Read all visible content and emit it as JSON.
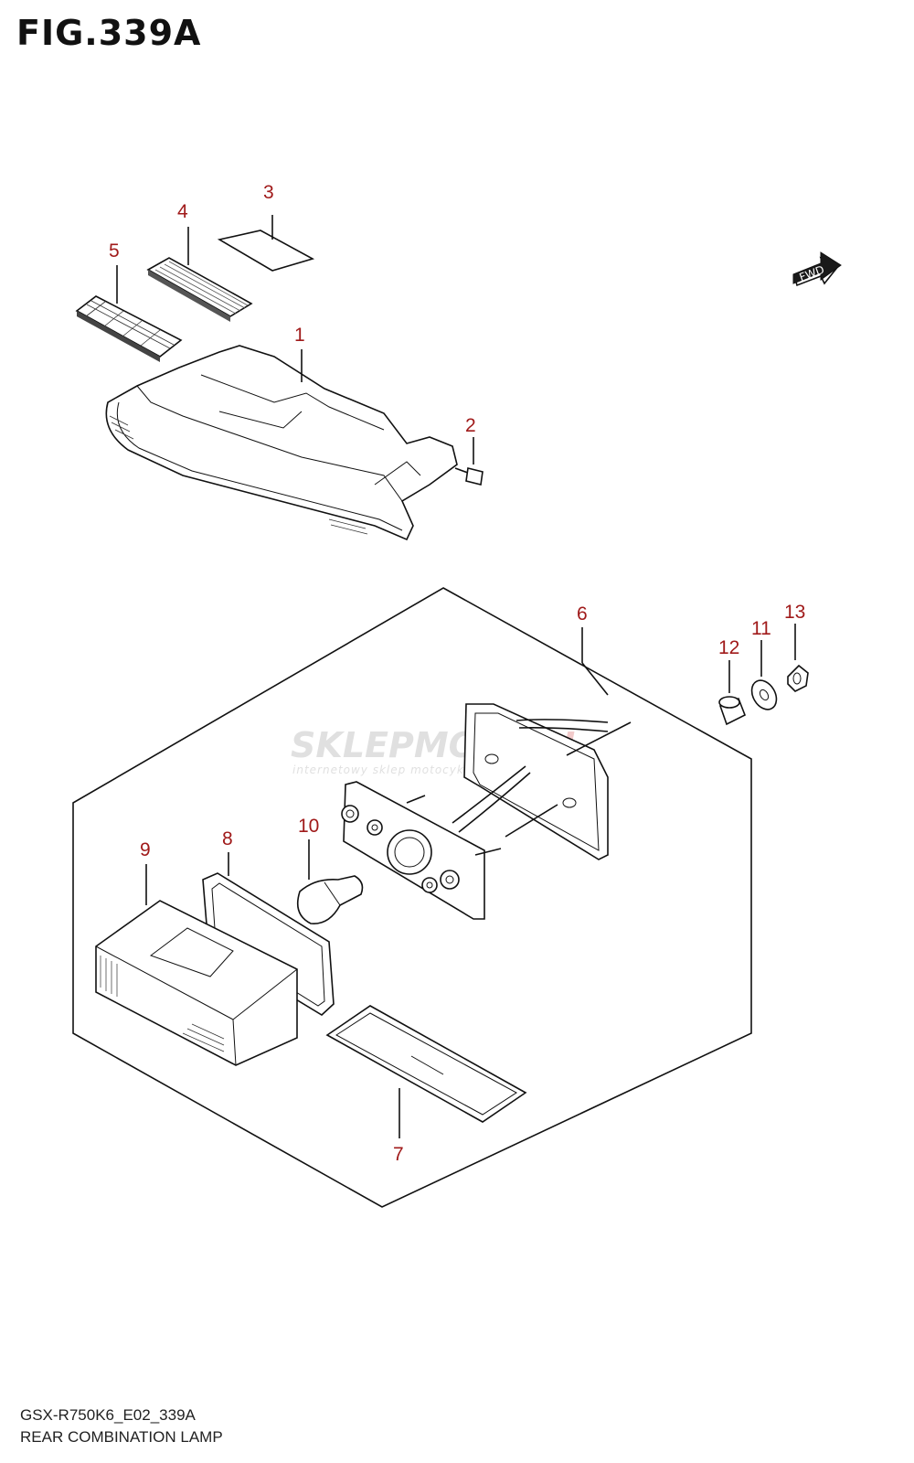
{
  "figure": {
    "title": "FIG.339A",
    "code": "GSX-R750K6_E02_339A",
    "name": "REAR COMBINATION LAMP"
  },
  "fwd_label": "FWD",
  "watermark": {
    "brand_part1": "SKLEPMOTO",
    "brand_part2": "46.PL",
    "tagline": "internetowy sklep motocyklowy"
  },
  "callouts": [
    "1",
    "2",
    "3",
    "4",
    "5",
    "6",
    "7",
    "8",
    "9",
    "10",
    "11",
    "12",
    "13"
  ],
  "colors": {
    "callout": "#a01a1a",
    "line": "#111111",
    "watermark_gray": "#c8c8c8",
    "watermark_red": "#e8a0a0"
  }
}
